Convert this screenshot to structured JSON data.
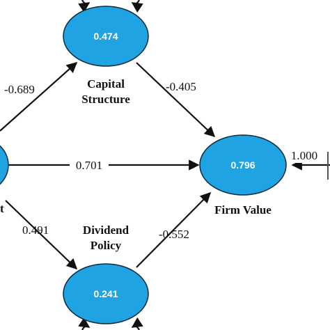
{
  "colors": {
    "node_fill": "#1fa3e3",
    "node_stroke": "#0b2a3a",
    "edge": "#111111"
  },
  "nodes": {
    "capital_structure": {
      "value": "0.474",
      "label_line1": "Capital",
      "label_line2": "Structure"
    },
    "firm_value": {
      "value": "0.796",
      "label": "Firm Value"
    },
    "dividend_policy": {
      "value": "0.241",
      "label_line1": "Dividend",
      "label_line2": "Policy"
    },
    "left_partial_label": "t"
  },
  "paths": {
    "left_to_capital": "-0.689",
    "left_to_firm": "0.701",
    "left_to_dividend": "0.491",
    "capital_to_firm": "-0.405",
    "dividend_to_firm": "-0.552",
    "indicator_to_firm": "1.000"
  }
}
